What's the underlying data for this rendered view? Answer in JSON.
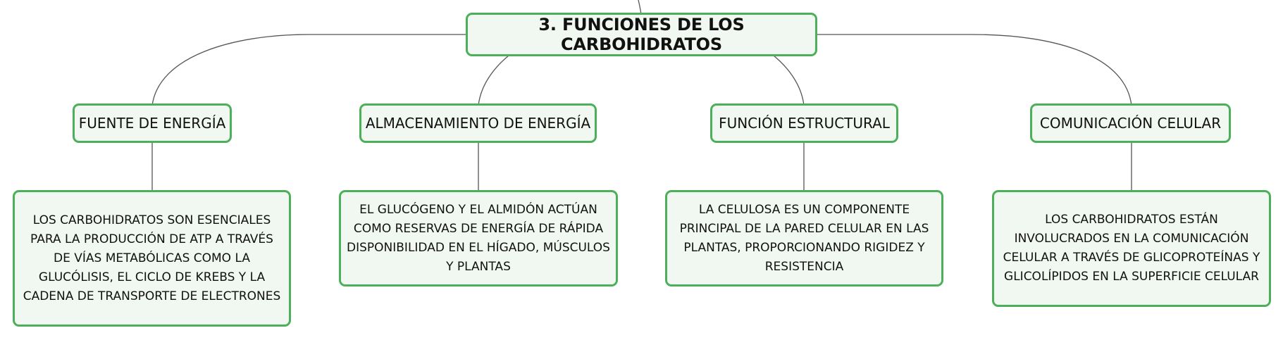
{
  "colors": {
    "node_border": "#4caf5a",
    "node_fill": "#f1f8f1",
    "connector": "#555555",
    "text": "#111111"
  },
  "map": {
    "root": {
      "title": "3. FUNCIONES DE LOS CARBOHIDRATOS"
    },
    "branches": [
      {
        "title": "FUENTE DE ENERGÍA",
        "detail": "LOS CARBOHIDRATOS SON ESENCIALES PARA LA PRODUCCIÓN DE ATP A TRAVÉS DE VÍAS METABÓLICAS COMO LA GLUCÓLISIS, EL CICLO DE KREBS Y LA CADENA DE TRANSPORTE DE ELECTRONES"
      },
      {
        "title": "ALMACENAMIENTO DE ENERGÍA",
        "detail": "EL GLUCÓGENO Y EL ALMIDÓN ACTÚAN COMO RESERVAS DE ENERGÍA DE RÁPIDA DISPONIBILIDAD EN EL HÍGADO, MÚSCULOS Y PLANTAS"
      },
      {
        "title": "FUNCIÓN ESTRUCTURAL",
        "detail": "LA CELULOSA ES UN COMPONENTE PRINCIPAL DE LA PARED CELULAR EN LAS PLANTAS, PROPORCIONANDO RIGIDEZ Y RESISTENCIA"
      },
      {
        "title": "COMUNICACIÓN CELULAR",
        "detail": "LOS CARBOHIDRATOS ESTÁN INVOLUCRADOS EN LA COMUNICACIÓN CELULAR A TRAVÉS DE GLICOPROTEÍNAS Y GLICOLÍPIDOS EN LA SUPERFICIE CELULAR"
      }
    ]
  }
}
